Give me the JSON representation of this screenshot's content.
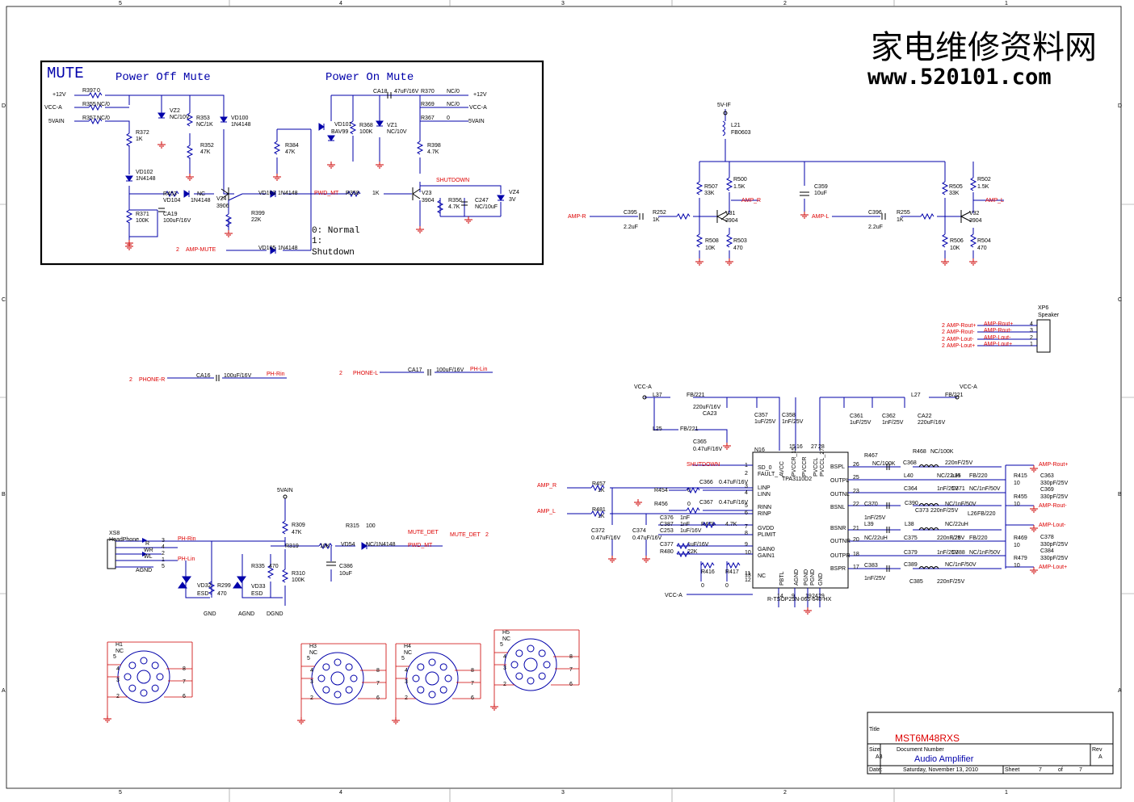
{
  "border": {
    "top": [
      "5",
      "4",
      "3",
      "2",
      "1"
    ],
    "bottom": [
      "5",
      "4",
      "3",
      "2",
      "1"
    ],
    "left": [
      "D",
      "C",
      "B",
      "A"
    ],
    "right": [
      "D",
      "C",
      "B",
      "A"
    ]
  },
  "watermark": {
    "cn": "家电维修资料网",
    "url": "www.520101.com"
  },
  "mute": {
    "title": "MUTE",
    "power_off": "Power Off Mute",
    "power_on": "Power On Mute",
    "legend": [
      "0: Normal",
      "1:",
      "Shutdown"
    ],
    "nets": [
      "+12V",
      "VCC-A",
      "5VAIN",
      "PWD_MT",
      "SHUTDOWN",
      "AMP-MUTE",
      "2",
      "+12V",
      "VCC-A",
      "5VAIN"
    ],
    "parts": [
      "R397",
      "0",
      "R355",
      "NC/0",
      "R357",
      "NC/0",
      "VZ2",
      "NC/10V",
      "R353",
      "NC/1K",
      "VD100",
      "1N4148",
      "R372",
      "1K",
      "R352",
      "47K",
      "VD102",
      "1N4148",
      "R453",
      "NC",
      "VD104",
      "1N4148",
      "V24",
      "3906",
      "R371",
      "100K",
      "CA19",
      "100uF/16V",
      "R399",
      "22K",
      "R384",
      "47K",
      "VD101",
      "BAV99",
      "R368",
      "100K",
      "VZ1",
      "NC/10V",
      "CA18",
      "47uF/16V",
      "R370",
      "NC/0",
      "R369",
      "NC/0",
      "R367",
      "0",
      "R398",
      "4.7K",
      "R358",
      "1K",
      "VD103",
      "1N4148",
      "V23",
      "3904",
      "R356",
      "4.7K",
      "C247",
      "NC/10uF",
      "VZ4",
      "3V",
      "VD105",
      "1N4148"
    ]
  },
  "preamp": {
    "nets": [
      "5V-IF",
      "AMP-R",
      "AMP_R",
      "AMP-L",
      "AMP_L"
    ],
    "parts": [
      "L21",
      "FB0603",
      "R507",
      "33K",
      "R500",
      "1.5K",
      "C359",
      "10uF",
      "R505",
      "33K",
      "R502",
      "1.5K",
      "C395",
      "2.2uF",
      "R252",
      "1K",
      "V31",
      "3904",
      "C396",
      "2.2uF",
      "R255",
      "1K",
      "V32",
      "3904",
      "R508",
      "10K",
      "R503",
      "470",
      "R506",
      "10K",
      "R504",
      "470"
    ]
  },
  "speaker": {
    "name": "XP6",
    "sub": "Speaker",
    "pins": [
      "4",
      "3",
      "2",
      "1"
    ],
    "nets": [
      "AMP-Rout+",
      "AMP-Rout-",
      "AMP-Lout-",
      "AMP-Lout+"
    ],
    "prefix": "2"
  },
  "phone": {
    "nets": [
      "PHONE-R",
      "PH-Rin",
      "PHONE-L",
      "PH-Lin"
    ],
    "prefix": "2",
    "parts": [
      "CA16",
      "100uF/16V",
      "CA17",
      "100uF/16V"
    ]
  },
  "headphone": {
    "nets": [
      "5VAIN",
      "PH-Rin",
      "PH-Lin",
      "MUTE_DET",
      "MUTE_DET",
      "PWD_MT",
      "GND",
      "AGND",
      "DGND",
      "AGND"
    ],
    "parts": [
      "XS8",
      "HeadPhone",
      "R",
      "WR",
      "WL",
      "R309",
      "47K",
      "R319",
      "10K",
      "R315",
      "100",
      "VD54",
      "NC/1N4148",
      "C386",
      "10uF",
      "R310",
      "100K",
      "R335",
      "470",
      "VD32",
      "ESD",
      "R299",
      "470",
      "VD33",
      "ESD"
    ],
    "pins": [
      "3",
      "4",
      "2",
      "1",
      "5"
    ],
    "suffix": "2"
  },
  "amp": {
    "chip": "N16",
    "name": "TPA3110D2",
    "pkg": "R-TSOP29N-065-640-HX",
    "left_pins": [
      "SD_0",
      "FAULT_",
      "LINP",
      "LINN",
      "RINN",
      "RINP",
      "GVDD",
      "PLIMIT",
      "GAIN0",
      "GAIN1",
      "NC"
    ],
    "right_pins": [
      "BSPL",
      "OUTPL",
      "OUTNL",
      "BSNL",
      "BSNR",
      "OUTNR",
      "OUTPR",
      "BSPR"
    ],
    "top_pins": [
      "AVCC",
      "PVCCR_15",
      "PVCCR",
      "PVCCL",
      "PVCCL_27"
    ],
    "bottom_pins": [
      "PBTL",
      "AGND",
      "PGND",
      "PGND",
      "GND"
    ],
    "nets": [
      "VCC-A",
      "VCC-A",
      "SHUTDOWN",
      "AMP_R",
      "AMP_L",
      "VCC-A",
      "AMP-Rout+",
      "AMP-Rout-",
      "AMP-Lout-",
      "AMP-Lout+"
    ],
    "parts": [
      "L37",
      "FB/221",
      "L25",
      "FB/221",
      "CA23",
      "220uF/16V",
      "C357",
      "1uF/25V",
      "C358",
      "1nF/25V",
      "C365",
      "0.47uF/16V",
      "C361",
      "1uF/25V",
      "C362",
      "1nF/25V",
      "CA22",
      "220uF/16V",
      "L27",
      "FB/221",
      "R457",
      "1K",
      "R481",
      "1K",
      "R454",
      "0",
      "R456",
      "0",
      "C366",
      "0.47uF/16V",
      "C367",
      "0.47uF/16V",
      "C372",
      "0.47uF/16V",
      "C374",
      "0.47uF/16V",
      "C376",
      "1nF",
      "C387",
      "1nF",
      "C253",
      "1uF/16V",
      "R478",
      "4.7K",
      "C377",
      "1uF/16V",
      "R480",
      "22K",
      "R416",
      "0",
      "R417",
      "0",
      "R467",
      "NC/100K",
      "R468",
      "NC/100K",
      "C368",
      "220nF/25V",
      "L40",
      "NC/22uH",
      "L35",
      "FB/220",
      "R415",
      "10",
      "C363",
      "330pF/25V",
      "C364",
      "1nF/25V",
      "C371",
      "NC/1nF/50V",
      "R455",
      "10",
      "C369",
      "330pF/25V",
      "C370",
      "1nF/25V",
      "C390",
      "NC/1nF/50V",
      "C373",
      "220nF/25V",
      "L26",
      "FB/220",
      "L39",
      "NC/22uH",
      "L38",
      "NC/22uH",
      "C375",
      "220nF/25V",
      "L28",
      "FB/220",
      "R469",
      "10",
      "C378",
      "330pF/25V",
      "C379",
      "1nF/25V",
      "C388",
      "NC/1nF/50V",
      "R479",
      "10",
      "C384",
      "330pF/25V",
      "C383",
      "1nF/25V",
      "C389",
      "NC/1nF/50V",
      "C385",
      "220nF/25V",
      "L36",
      "FB/220",
      "L29",
      "NC/22uH"
    ],
    "pin_nums_l": [
      "1",
      "2",
      "3",
      "4",
      "5",
      "6",
      "7",
      "8",
      "9",
      "10",
      "11",
      "12",
      "13"
    ],
    "pin_nums_r": [
      "26",
      "25",
      "23",
      "22",
      "21",
      "20",
      "18",
      "17"
    ],
    "pin_nums_t": [
      "15",
      "16",
      "27",
      "28"
    ],
    "pin_nums_b": [
      "14",
      "9",
      "19",
      "24",
      "29"
    ]
  },
  "holes": [
    {
      "name": "H1",
      "nc": "NC",
      "pins": [
        "4",
        "3",
        "2",
        "5",
        "8",
        "7",
        "6"
      ]
    },
    {
      "name": "H3",
      "nc": "NC",
      "pins": [
        "4",
        "3",
        "2",
        "5",
        "8",
        "7",
        "6"
      ]
    },
    {
      "name": "H4",
      "nc": "NC",
      "pins": [
        "4",
        "3",
        "2",
        "5",
        "8",
        "7",
        "6"
      ]
    },
    {
      "name": "H5",
      "nc": "NC",
      "pins": [
        "4",
        "3",
        "2",
        "5",
        "8",
        "7",
        "6"
      ]
    }
  ],
  "titleblock": {
    "title_label": "Title",
    "title": "MST6M48RXS",
    "size_label": "Size",
    "size": "A3",
    "docnum_label": "Document Number",
    "doc": "Audio Amplifier",
    "rev_label": "Rev",
    "rev": "A",
    "date_label": "Date:",
    "date": "Saturday, November 13, 2010",
    "sheet_label": "Sheet",
    "sheet": "7",
    "of_label": "of",
    "of": "7"
  }
}
